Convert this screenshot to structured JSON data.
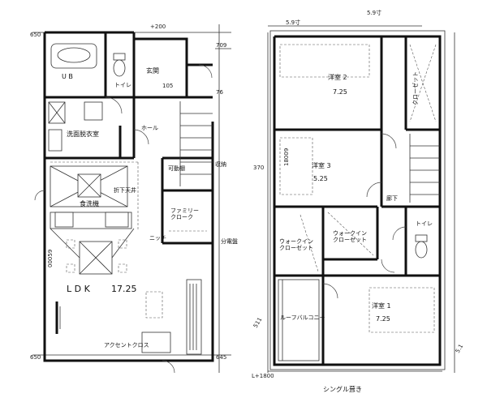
{
  "first_floor": {
    "dims": {
      "top_left": "650",
      "top_mid": "+200",
      "top_right_1": "709",
      "top_right_2": "76",
      "bottom_left": "650",
      "bottom_right": "645"
    },
    "rooms": {
      "bath": "U B",
      "toilet": "トイレ",
      "entrance": "玄関",
      "entrance_dim": "105",
      "washroom": "洗面脱衣室",
      "hall": "ホール",
      "storage": "収納",
      "pantry": "可動棚",
      "kitchen": "食洗機",
      "ceiling_note": "折下天井",
      "family_closet": "ファミリー\nクローク",
      "niche": "ニッチ",
      "ldk": "L D K",
      "ldk_size": "17.25",
      "accent": "アクセントクロス",
      "side_note": "分電盤",
      "vert_dim": "00059"
    }
  },
  "second_floor": {
    "dims": {
      "top_1": "5.9寸",
      "top_2": "5.9寸",
      "left_1": "370",
      "left_2": "511",
      "bottom": "L+1800",
      "right": "5.1"
    },
    "rooms": {
      "bed2": "洋室 2",
      "bed2_size": "7.25",
      "bed3": "洋室 3",
      "bed3_size": "5.25",
      "bed3_dim": "18009",
      "closet": "クローゼット",
      "corridor": "廊下",
      "toilet": "トイレ",
      "wic1": "ウォークイン\nクローゼット",
      "wic2": "ウォークイン\nクローゼット",
      "bed1": "洋室 1",
      "bed1_size": "7.25",
      "balcony": "ルーフバルコニー",
      "roof": "シングル葺き"
    }
  }
}
